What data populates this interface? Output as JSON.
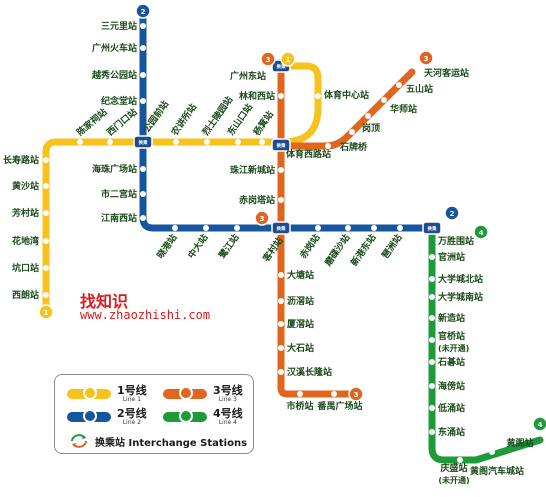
{
  "colors": {
    "line1": "#f7c21b",
    "line2": "#15569e",
    "line3": "#e0661f",
    "line4": "#1f9a3a",
    "station_fill": "#ffffff",
    "label_text": "#1a4a1a",
    "interchange_fill": "#1f4c8f",
    "watermark": "#d81b1b"
  },
  "lines": {
    "line1": {
      "badge": "1",
      "name_cn": "1号线",
      "name_en": "Line 1"
    },
    "line2": {
      "badge": "2",
      "name_cn": "2号线",
      "name_en": "Line 2"
    },
    "line3": {
      "badge": "3",
      "name_cn": "3号线",
      "name_en": "Line 3"
    },
    "line4": {
      "badge": "4",
      "name_cn": "4号线",
      "name_en": "Line 4"
    }
  },
  "interchange_label": "换乘站",
  "interchange_label_en": "Interchange Stations",
  "interchange_marker": "换乘",
  "watermark": {
    "title": "找知识",
    "url": "www.zhaozhishi.com"
  },
  "stations": {
    "line1": [
      "西朗站",
      "坑口站",
      "花地湾",
      "芳村站",
      "黄沙站",
      "长寿路站",
      "陈家祠站",
      "西门口站",
      "公园前站",
      "农讲所站",
      "烈士陵园站",
      "东山口站",
      "杨箕站",
      "体育西路站",
      "体育中心站",
      "广州东站"
    ],
    "line2": [
      "三元里站",
      "广州火车站",
      "越秀公园站",
      "纪念堂站",
      "公园前站",
      "海珠广场站",
      "市二宫站",
      "江南西站",
      "晓港站",
      "中大站",
      "鹭江站",
      "客村站",
      "赤岗站",
      "磨碟沙站",
      "新港东站",
      "琶洲站",
      "万胜围站"
    ],
    "line3": [
      "天河客运站",
      "五山站",
      "华师站",
      "岗顶",
      "石牌桥",
      "体育西路站",
      "林和西站",
      "广州东站",
      "珠江新城站",
      "赤岗塔站",
      "客村站",
      "大塘站",
      "沥滘站",
      "厦滘站",
      "大石站",
      "汉溪长隆站",
      "市桥站",
      "番禺广场站"
    ],
    "line4": [
      "万胜围站",
      "官洲站",
      "大学城北站",
      "大学城南站",
      "新造站",
      "官桥站",
      "(未开通)",
      "石碁站",
      "海傍站",
      "低涌站",
      "东涌站",
      "庆盛站",
      "(未开通)",
      "黄阁汽车城站",
      "黄阁站"
    ]
  }
}
